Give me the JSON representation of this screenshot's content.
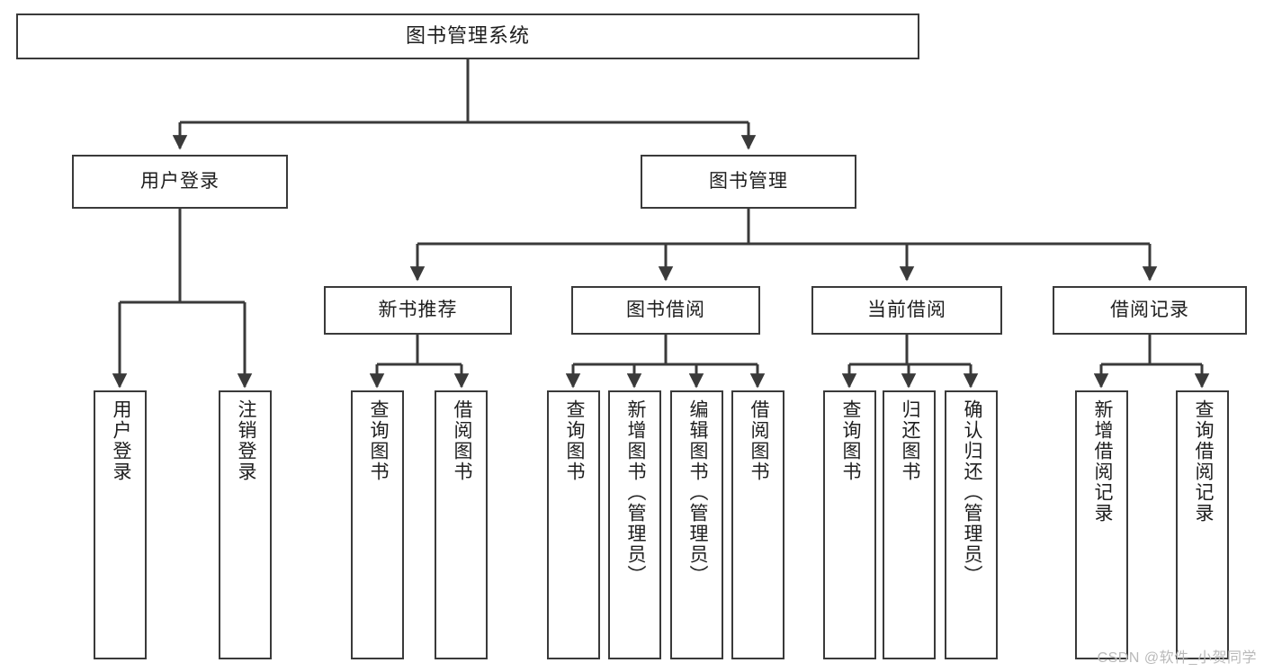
{
  "diagram": {
    "type": "tree-hierarchy-chart",
    "title": "图书管理系统",
    "watermark": "CSDN @软件_小贺同学",
    "colors": {
      "stroke": "#3a3a3a",
      "background": "#ffffff",
      "text": "#1e1e1e",
      "watermark": "#b9b9b9"
    },
    "root": {
      "label": "图书管理系统"
    },
    "level1": [
      {
        "label": "用户登录"
      },
      {
        "label": "图书管理"
      }
    ],
    "level2": [
      {
        "label": "新书推荐"
      },
      {
        "label": "图书借阅"
      },
      {
        "label": "当前借阅"
      },
      {
        "label": "借阅记录"
      }
    ],
    "leaves": {
      "user_login": [
        {
          "label": "用户登录"
        },
        {
          "label": "注销登录"
        }
      ],
      "new_book_recommend": [
        {
          "label": "查询图书"
        },
        {
          "label": "借阅图书"
        }
      ],
      "book_borrow": [
        {
          "label": "查询图书"
        },
        {
          "label": "新增图书（管理员）"
        },
        {
          "label": "编辑图书（管理员）"
        },
        {
          "label": "借阅图书"
        }
      ],
      "current_borrow": [
        {
          "label": "查询图书"
        },
        {
          "label": "归还图书"
        },
        {
          "label": "确认归还（管理员）"
        }
      ],
      "borrow_record": [
        {
          "label": "新增借阅记录"
        },
        {
          "label": "查询借阅记录"
        }
      ]
    }
  }
}
